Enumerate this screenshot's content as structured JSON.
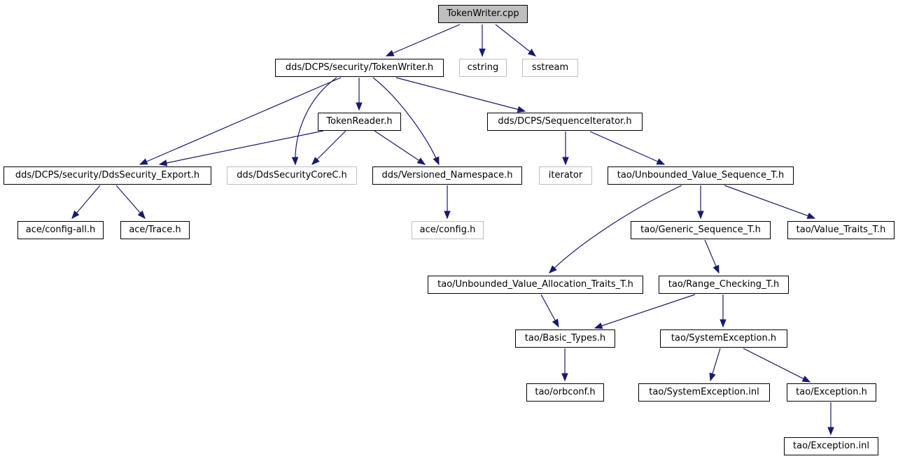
{
  "graph": {
    "colors": {
      "edge": "#191970",
      "root_fill": "#bfbfbf",
      "external_border": "#bfbfbf",
      "node_border": "#000000"
    },
    "nodes": {
      "token_writer_cpp": {
        "label": "TokenWriter.cpp",
        "kind": "root"
      },
      "security_token_writer_h": {
        "label": "dds/DCPS/security/TokenWriter.h",
        "kind": "local"
      },
      "cstring": {
        "label": "cstring",
        "kind": "external"
      },
      "sstream": {
        "label": "sstream",
        "kind": "external"
      },
      "token_reader_h": {
        "label": "TokenReader.h",
        "kind": "local"
      },
      "sequence_iterator_h": {
        "label": "dds/DCPS/SequenceIterator.h",
        "kind": "local"
      },
      "dds_security_export_h": {
        "label": "dds/DCPS/security/DdsSecurity_Export.h",
        "kind": "local"
      },
      "dds_security_core_c_h": {
        "label": "dds/DdsSecurityCoreC.h",
        "kind": "external"
      },
      "versioned_namespace_h": {
        "label": "dds/Versioned_Namespace.h",
        "kind": "local"
      },
      "iterator": {
        "label": "iterator",
        "kind": "external"
      },
      "unbounded_value_sequence_h": {
        "label": "tao/Unbounded_Value_Sequence_T.h",
        "kind": "local"
      },
      "ace_config_all_h": {
        "label": "ace/config-all.h",
        "kind": "local"
      },
      "ace_trace_h": {
        "label": "ace/Trace.h",
        "kind": "local"
      },
      "ace_config_h": {
        "label": "ace/config.h",
        "kind": "external"
      },
      "generic_sequence_h": {
        "label": "tao/Generic_Sequence_T.h",
        "kind": "local"
      },
      "value_traits_h": {
        "label": "tao/Value_Traits_T.h",
        "kind": "local"
      },
      "unbounded_value_allocation_traits_h": {
        "label": "tao/Unbounded_Value_Allocation_Traits_T.h",
        "kind": "local"
      },
      "range_checking_h": {
        "label": "tao/Range_Checking_T.h",
        "kind": "local"
      },
      "basic_types_h": {
        "label": "tao/Basic_Types.h",
        "kind": "local"
      },
      "system_exception_h": {
        "label": "tao/SystemException.h",
        "kind": "local"
      },
      "orbconf_h": {
        "label": "tao/orbconf.h",
        "kind": "local"
      },
      "system_exception_inl": {
        "label": "tao/SystemException.inl",
        "kind": "local"
      },
      "exception_h": {
        "label": "tao/Exception.h",
        "kind": "local"
      },
      "exception_inl": {
        "label": "tao/Exception.inl",
        "kind": "local"
      }
    },
    "edges": [
      [
        "token_writer_cpp",
        "security_token_writer_h"
      ],
      [
        "token_writer_cpp",
        "cstring"
      ],
      [
        "token_writer_cpp",
        "sstream"
      ],
      [
        "security_token_writer_h",
        "dds_security_export_h"
      ],
      [
        "security_token_writer_h",
        "dds_security_core_c_h"
      ],
      [
        "security_token_writer_h",
        "token_reader_h"
      ],
      [
        "security_token_writer_h",
        "versioned_namespace_h"
      ],
      [
        "security_token_writer_h",
        "sequence_iterator_h"
      ],
      [
        "token_reader_h",
        "dds_security_export_h"
      ],
      [
        "token_reader_h",
        "dds_security_core_c_h"
      ],
      [
        "token_reader_h",
        "versioned_namespace_h"
      ],
      [
        "sequence_iterator_h",
        "iterator"
      ],
      [
        "sequence_iterator_h",
        "unbounded_value_sequence_h"
      ],
      [
        "dds_security_export_h",
        "ace_config_all_h"
      ],
      [
        "dds_security_export_h",
        "ace_trace_h"
      ],
      [
        "versioned_namespace_h",
        "ace_config_h"
      ],
      [
        "unbounded_value_sequence_h",
        "unbounded_value_allocation_traits_h"
      ],
      [
        "unbounded_value_sequence_h",
        "generic_sequence_h"
      ],
      [
        "unbounded_value_sequence_h",
        "value_traits_h"
      ],
      [
        "generic_sequence_h",
        "range_checking_h"
      ],
      [
        "unbounded_value_allocation_traits_h",
        "basic_types_h"
      ],
      [
        "range_checking_h",
        "basic_types_h"
      ],
      [
        "range_checking_h",
        "system_exception_h"
      ],
      [
        "basic_types_h",
        "orbconf_h"
      ],
      [
        "system_exception_h",
        "system_exception_inl"
      ],
      [
        "system_exception_h",
        "exception_h"
      ],
      [
        "exception_h",
        "exception_inl"
      ]
    ]
  }
}
